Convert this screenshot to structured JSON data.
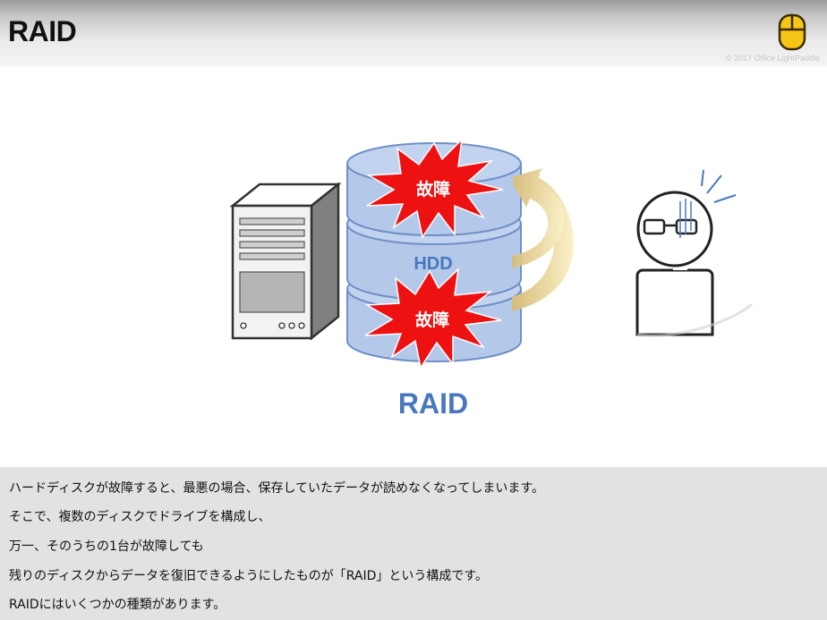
{
  "header": {
    "title": "RAID",
    "copyright": "© 2017 Office LightPaddle"
  },
  "illustration": {
    "disk_label": "HDD",
    "failure_top": "故障",
    "failure_bottom": "故障",
    "caption": "RAID"
  },
  "description": {
    "lines": [
      "ハードディスクが故障すると、最悪の場合、保存していたデータが読めなくなってしまいます。",
      "そこで、複数のディスクでドライブを構成し、",
      "万一、そのうちの1台が故障しても",
      "残りのディスクからデータを復旧できるようにしたものが「RAID」という構成です。",
      "RAIDにはいくつかの種類があります。"
    ]
  },
  "colors": {
    "accent": "#4a78c0",
    "disk_fill": "#b4c8ea",
    "burst_fill": "#ee1111",
    "arrow_fill": "#dcc489",
    "mouse_fill": "#f5c518"
  }
}
